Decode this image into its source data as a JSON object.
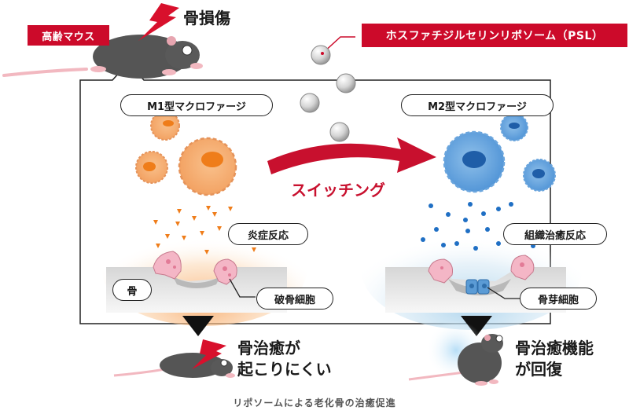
{
  "top": {
    "aged_mouse_label": "高齢マウス",
    "bone_injury_label": "骨損傷",
    "psl_label": "ホスファチジルセリンリポソーム（PSL）"
  },
  "panel": {
    "m1_label": "M1型マクロファージ",
    "m2_label": "M2型マクロファージ",
    "switching_label": "スイッチング",
    "inflammation_label": "炎症反応",
    "tissue_healing_label": "組織治癒反応",
    "bone_label": "骨",
    "osteoclast_label": "破骨細胞",
    "osteoblast_label": "骨芽細胞"
  },
  "outcomes": {
    "left_line1": "骨治癒が",
    "left_line2": "起こりにくい",
    "right_line1": "骨治癒機能",
    "right_line2": "が回復"
  },
  "caption": "リポソームによる老化骨の治癒促進",
  "colors": {
    "accent_red": "#cc0a2a",
    "m1_orange": "#f08a2c",
    "m2_blue": "#2f7fd0",
    "osteoclast_pink": "#f4b6c6",
    "bone_gray": "#d9d9d9"
  }
}
